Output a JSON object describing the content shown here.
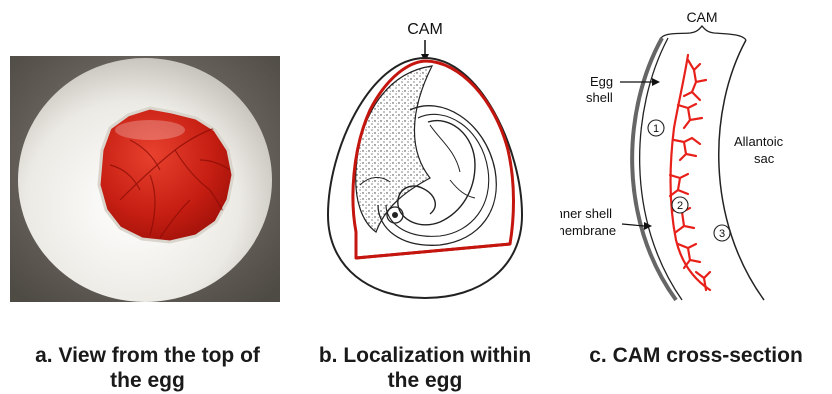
{
  "panels": [
    {
      "caption_line1": "a. View from the top of",
      "caption_line2": "the egg"
    },
    {
      "caption_line1": "b. Localization within",
      "caption_line2": "the egg",
      "label_cam": "CAM"
    },
    {
      "caption_line1": "c. CAM cross-section",
      "label_cam": "CAM",
      "label_egg_shell_1": "Egg",
      "label_egg_shell_2": "shell",
      "label_inner_1": "Inner shell",
      "label_inner_2": "membrane",
      "label_allantoic_1": "Allantoic",
      "label_allantoic_2": "sac",
      "marker_1": "1",
      "marker_2": "2",
      "marker_3": "3"
    }
  ],
  "colors": {
    "cam_red": "#e0301e",
    "vessel_red": "#e8201a",
    "membrane_red": "#c4150e",
    "photo_bg": "#5f5a52",
    "egg_white": "#f1efe9",
    "line": "#222222"
  }
}
